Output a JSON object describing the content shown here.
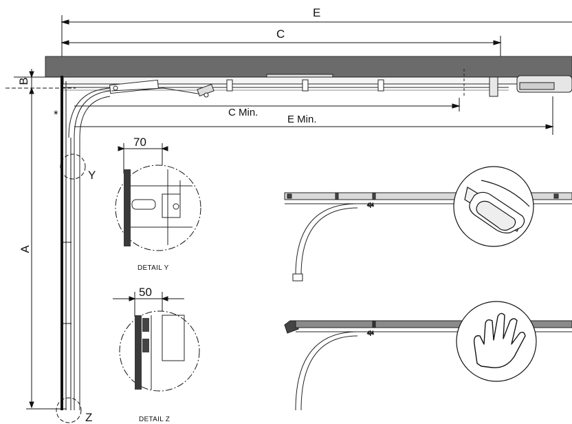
{
  "diagram": {
    "dimensions": {
      "E": "E",
      "C": "C",
      "B": "B",
      "A": "A",
      "C_min": "C Min.",
      "E_min": "E Min.",
      "detail_y_width": "70",
      "detail_z_width": "50"
    },
    "callouts": {
      "Y": "Y",
      "Z": "Z",
      "asterisk": "*"
    },
    "details": {
      "detail_y": "DETAIL Y",
      "detail_z": "DETAIL Z"
    },
    "variants": [
      {
        "release": "motor-unit"
      },
      {
        "release": "manual-hand"
      }
    ]
  }
}
